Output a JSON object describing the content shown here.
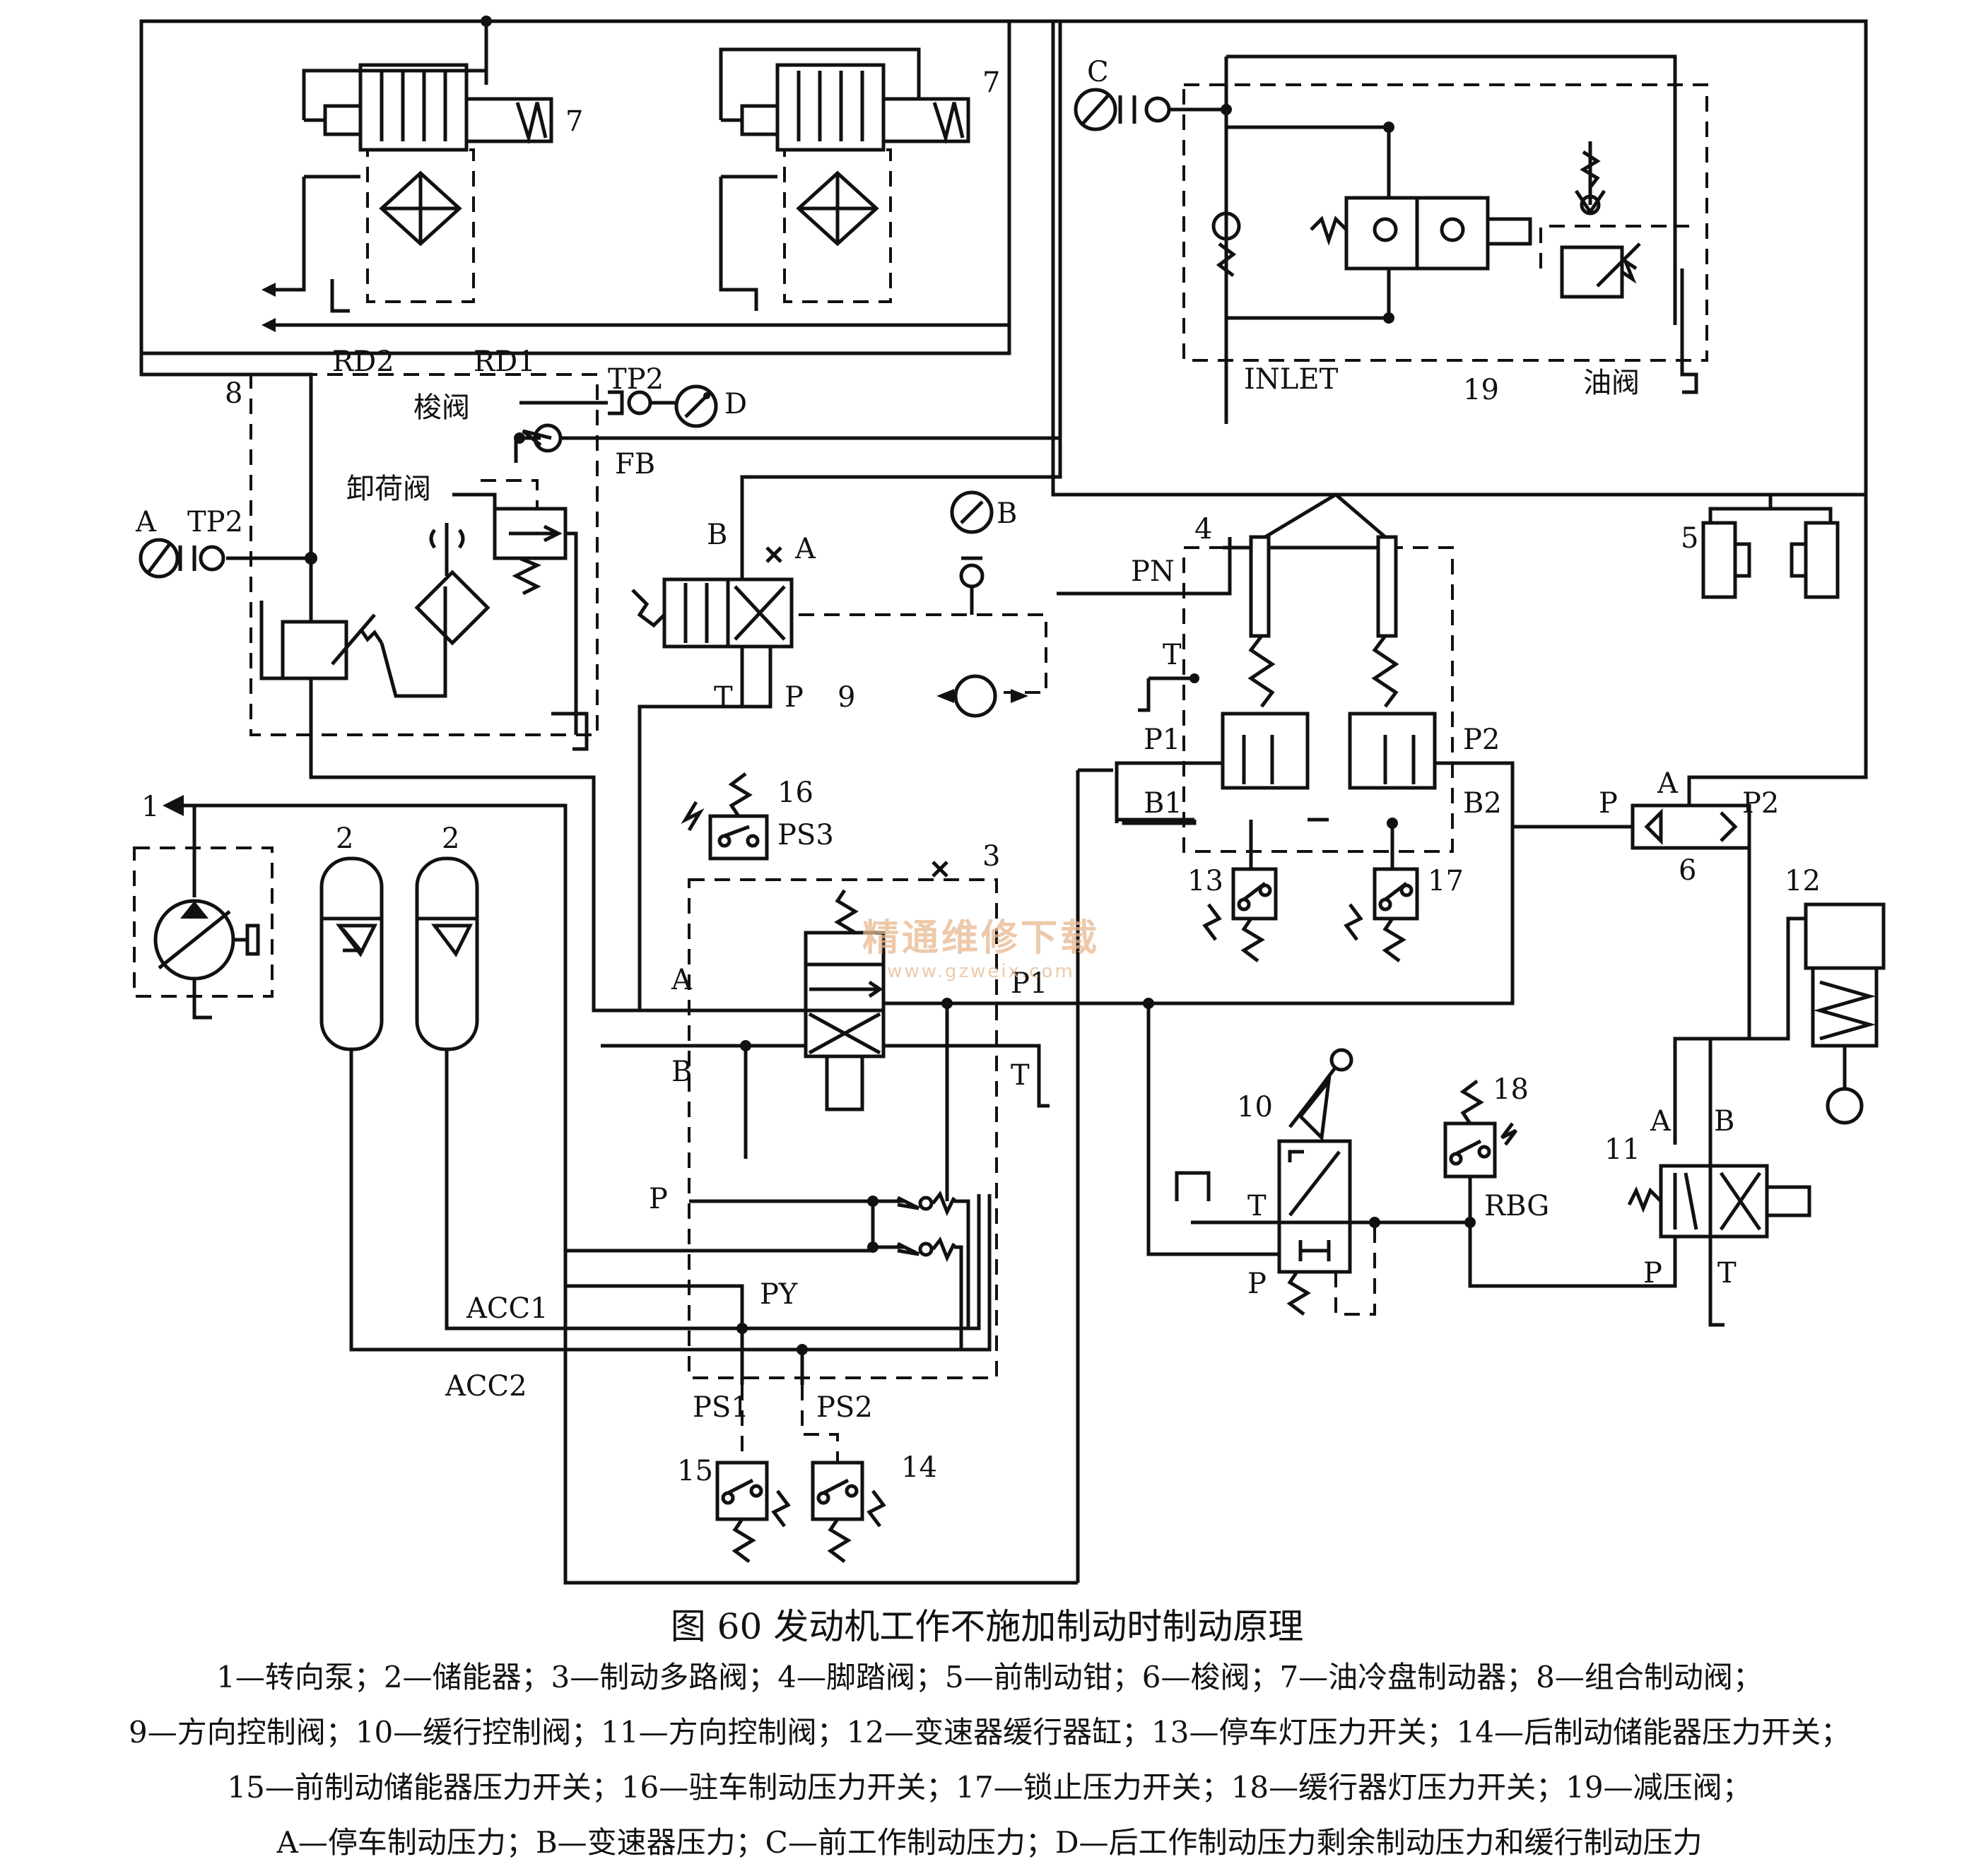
{
  "figure": {
    "caption": "图  60    发动机工作不施加制动时制动原理",
    "legend": [
      "1—转向泵；2—储能器；3—制动多路阀；4—脚踏阀；5—前制动钳；6—梭阀；7—油冷盘制动器；8—组合制动阀；",
      "9—方向控制阀；10—缓行控制阀；11—方向控制阀；12—变速器缓行器缸；13—停车灯压力开关；14—后制动储能器压力开关；",
      "15—前制动储能器压力开关；16—驻车制动压力开关；17—锁止压力开关；18—缓行器灯压力开关；19—减压阀；",
      "A—停车制动压力；B—变速器压力；C—前工作制动压力；D—后工作制动压力剩余制动压力和缓行制动压力"
    ]
  },
  "watermark": {
    "line1": "精通维修下载",
    "line2": "www.gzweix.com",
    "color": "#e8b890"
  },
  "labels": {
    "n7a": "7",
    "n7b": "7",
    "rd2": "RD2",
    "rd1": "RD1",
    "n8": "8",
    "shuttle": "梭阀",
    "tp2_top": "TP2",
    "gauge_d": "D",
    "fb": "FB",
    "unload": "卸荷阀",
    "gauge_a": "A",
    "tp2_left": "TP2",
    "gauge_c": "C",
    "inlet": "INLET",
    "n19": "19",
    "oil_valve": "油阀",
    "v9_b": "B",
    "v9_a": "A",
    "gauge_b": "B",
    "v9_t": "T",
    "v9_p": "P",
    "n9": "9",
    "n4": "4",
    "pn": "PN",
    "v4_t": "T",
    "v4_p1": "P1",
    "v4_p2": "P2",
    "v4_b1": "B1",
    "v4_b2": "B2",
    "n5": "5",
    "n6_p": "P",
    "n6_a": "A",
    "n6_p2": "P2",
    "n6": "6",
    "n13": "13",
    "n17": "17",
    "n16": "16",
    "ps3": "PS3",
    "n1": "1",
    "n2a": "2",
    "n2b": "2",
    "n3": "3",
    "v3_a": "A",
    "v3_b": "B",
    "v3_p1": "P1",
    "v3_t": "T",
    "v3_p": "P",
    "py": "PY",
    "acc1": "ACC1",
    "acc2": "ACC2",
    "ps1": "PS1",
    "ps2": "PS2",
    "n15": "15",
    "n14": "14",
    "n10": "10",
    "v10_t": "T",
    "v10_p": "P",
    "n18": "18",
    "rbg": "RBG",
    "n12": "12",
    "n11": "11",
    "v11_a": "A",
    "v11_b": "B",
    "v11_p": "P",
    "v11_t": "T"
  }
}
